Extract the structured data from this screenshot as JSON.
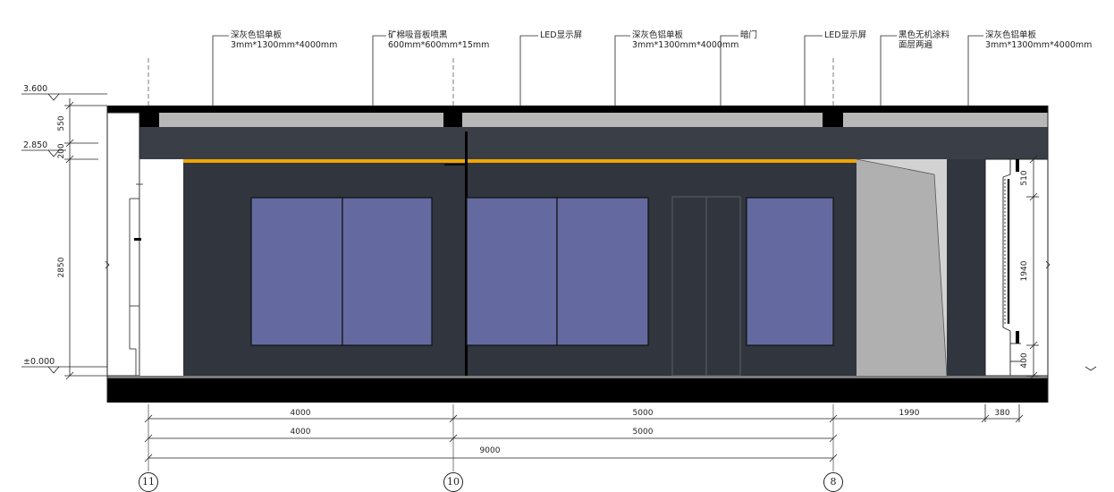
{
  "annotations": [
    {
      "line1": "深灰色铝单板",
      "line2": "3mm*1300mm*4000mm"
    },
    {
      "line1": "矿棉吸音板喷黑",
      "line2": "600mm*600mm*15mm"
    },
    {
      "line1": "LED显示屏",
      "line2": ""
    },
    {
      "line1": "深灰色铝单板",
      "line2": "3mm*1300mm*4000mm"
    },
    {
      "line1": "暗门",
      "line2": ""
    },
    {
      "line1": "LED显示屏",
      "line2": ""
    },
    {
      "line1": "黑色无机涂料",
      "line2": "面层两遍"
    },
    {
      "line1": "深灰色铝单板",
      "line2": "3mm*1300mm*4000mm"
    }
  ],
  "levels": [
    "3.600",
    "2.850",
    "±0.000"
  ],
  "left_dims": [
    "550",
    "200",
    "2850"
  ],
  "right_dims": [
    "510",
    "1940",
    "400"
  ],
  "bottom_dims_row1": [
    "4000",
    "5000",
    "1990",
    "380"
  ],
  "bottom_dims_row2": [
    "4000",
    "5000"
  ],
  "bottom_dims_row3": [
    "9000"
  ],
  "grid_axes": [
    "11",
    "10",
    "8"
  ],
  "colors": {
    "wall": "#30353e",
    "ceiling_band": "#3a3f47",
    "ceiling_panel": "#b8b8b8",
    "led_screen": "#646aa0",
    "led_strip": "#f0a500",
    "grey_panel": "#b0b0b0",
    "slab": "#000000"
  }
}
